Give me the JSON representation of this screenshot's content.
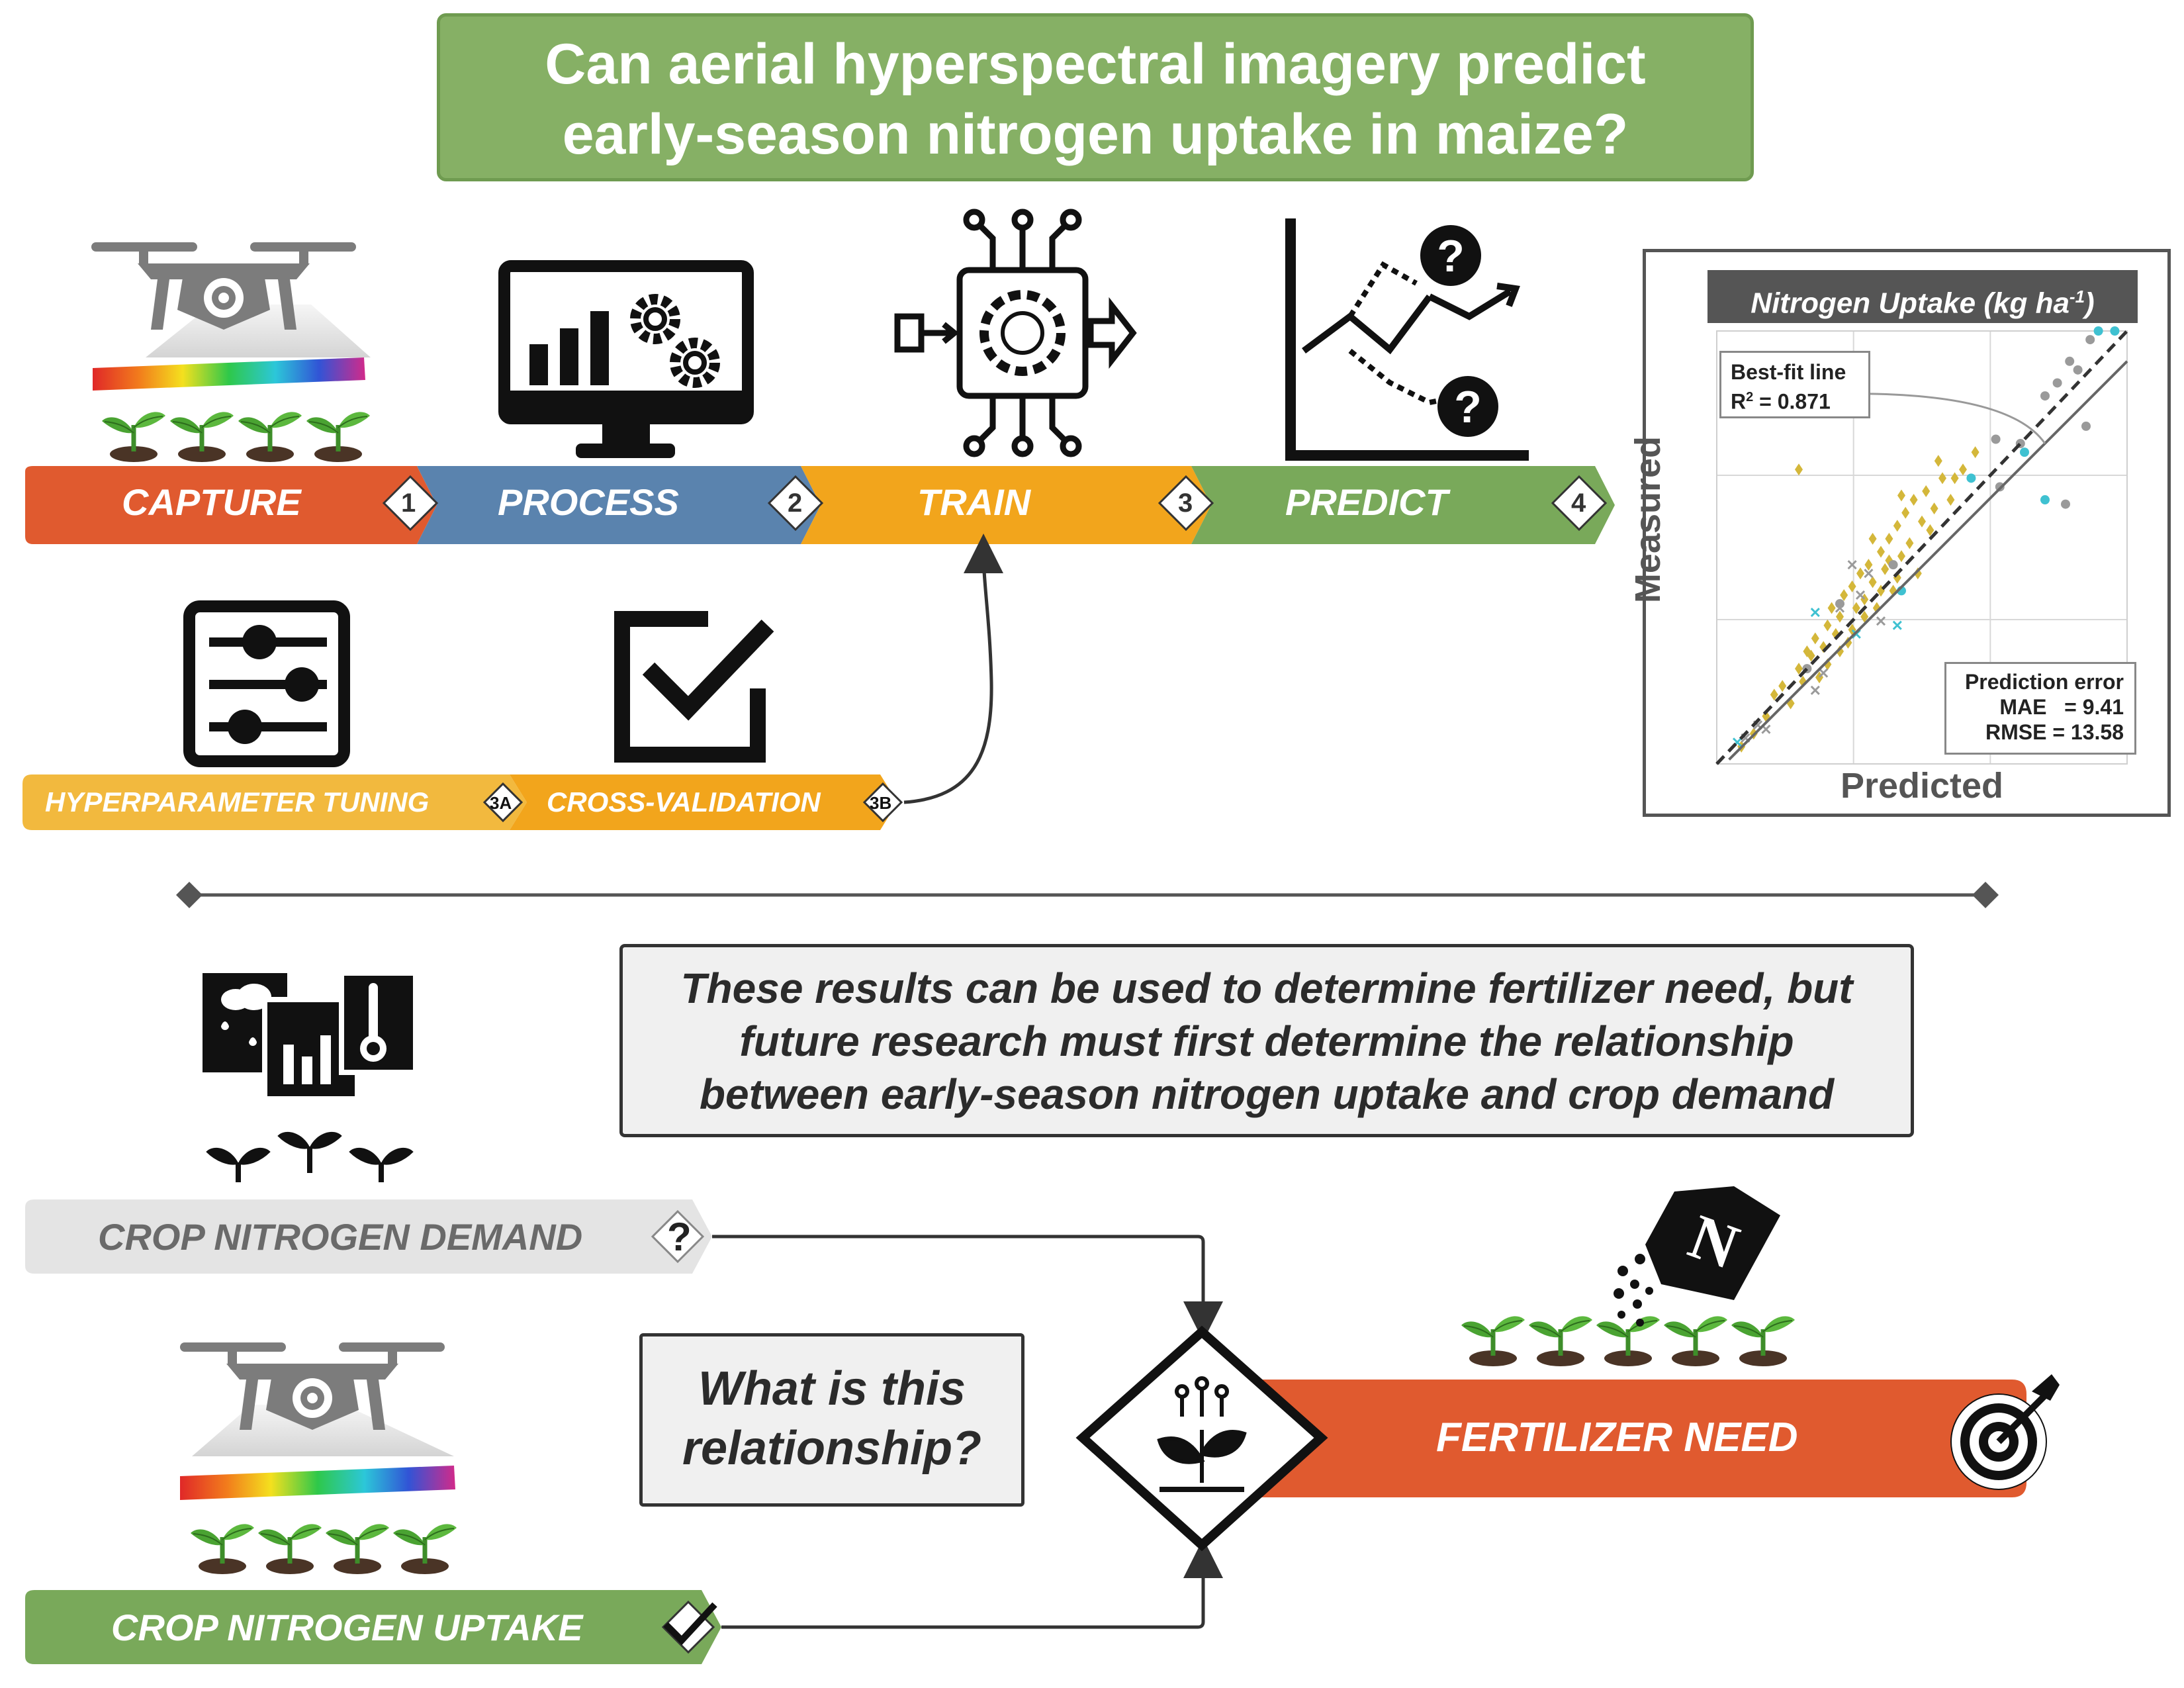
{
  "title": {
    "line1": "Can aerial hyperspectral imagery predict",
    "line2": "early-season nitrogen uptake in maize?"
  },
  "pipeline": {
    "steps": [
      {
        "label": "CAPTURE",
        "number": "1",
        "color": "#e05a2f"
      },
      {
        "label": "PROCESS",
        "number": "2",
        "color": "#5a83ae"
      },
      {
        "label": "TRAIN",
        "number": "3",
        "color": "#f2a51c"
      },
      {
        "label": "PREDICT",
        "number": "4",
        "color": "#79a95a"
      }
    ],
    "substeps": [
      {
        "label": "HYPERPARAMETER TUNING",
        "number": "3A"
      },
      {
        "label": "CROSS-VALIDATION",
        "number": "3B"
      }
    ],
    "icons": [
      "drone-icon",
      "monitor-chart-gear-icon",
      "ai-chip-icon",
      "prediction-chart-icon",
      "sliders-icon",
      "checkbox-icon"
    ]
  },
  "chart": {
    "title_main": "Nitrogen Uptake (kg ha",
    "title_sup": "-1",
    "title_end": ")",
    "xlabel": "Predicted",
    "ylabel": "Measured",
    "bestfit_label": "Best-fit line",
    "r2_label": "R",
    "r2_sup": "2",
    "r2_value": " = 0.871",
    "error_title": "Prediction error",
    "mae": "MAE   = 9.41",
    "rmse": "RMSE = 13.58"
  },
  "chart_data": {
    "type": "scatter",
    "xlabel": "Predicted",
    "ylabel": "Measured",
    "r2": 0.871,
    "mae": 9.41,
    "rmse": 13.58,
    "series": [
      {
        "marker": "diamond",
        "color": "#d4b73a",
        "points": [
          [
            0.06,
            0.04
          ],
          [
            0.09,
            0.07
          ],
          [
            0.12,
            0.11
          ],
          [
            0.14,
            0.16
          ],
          [
            0.16,
            0.18
          ],
          [
            0.18,
            0.14
          ],
          [
            0.2,
            0.22
          ],
          [
            0.21,
            0.19
          ],
          [
            0.23,
            0.25
          ],
          [
            0.24,
            0.29
          ],
          [
            0.26,
            0.27
          ],
          [
            0.27,
            0.32
          ],
          [
            0.28,
            0.36
          ],
          [
            0.29,
            0.3
          ],
          [
            0.3,
            0.34
          ],
          [
            0.31,
            0.39
          ],
          [
            0.32,
            0.28
          ],
          [
            0.33,
            0.41
          ],
          [
            0.34,
            0.36
          ],
          [
            0.35,
            0.44
          ],
          [
            0.36,
            0.38
          ],
          [
            0.37,
            0.46
          ],
          [
            0.38,
            0.42
          ],
          [
            0.39,
            0.36
          ],
          [
            0.4,
            0.49
          ],
          [
            0.41,
            0.45
          ],
          [
            0.42,
            0.52
          ],
          [
            0.43,
            0.4
          ],
          [
            0.44,
            0.55
          ],
          [
            0.45,
            0.48
          ],
          [
            0.46,
            0.58
          ],
          [
            0.47,
            0.51
          ],
          [
            0.48,
            0.61
          ],
          [
            0.5,
            0.56
          ],
          [
            0.51,
            0.63
          ],
          [
            0.53,
            0.59
          ],
          [
            0.55,
            0.66
          ],
          [
            0.57,
            0.61
          ],
          [
            0.6,
            0.68
          ],
          [
            0.63,
            0.72
          ],
          [
            0.36,
            0.34
          ],
          [
            0.33,
            0.31
          ],
          [
            0.27,
            0.23
          ],
          [
            0.22,
            0.26
          ],
          [
            0.4,
            0.4
          ],
          [
            0.44,
            0.43
          ],
          [
            0.49,
            0.44
          ],
          [
            0.52,
            0.54
          ],
          [
            0.25,
            0.2
          ],
          [
            0.3,
            0.26
          ],
          [
            0.45,
            0.62
          ],
          [
            0.54,
            0.7
          ],
          [
            0.58,
            0.66
          ],
          [
            0.2,
            0.68
          ],
          [
            0.38,
            0.52
          ],
          [
            0.42,
            0.47
          ]
        ]
      },
      {
        "marker": "x",
        "color": "#9a9a9a",
        "points": [
          [
            0.07,
            0.06
          ],
          [
            0.1,
            0.09
          ],
          [
            0.12,
            0.08
          ],
          [
            0.24,
            0.17
          ],
          [
            0.3,
            0.36
          ],
          [
            0.33,
            0.46
          ],
          [
            0.37,
            0.44
          ],
          [
            0.26,
            0.21
          ],
          [
            0.4,
            0.33
          ],
          [
            0.35,
            0.39
          ]
        ]
      },
      {
        "marker": "x",
        "color": "#3fc1d1",
        "points": [
          [
            0.05,
            0.05
          ],
          [
            0.24,
            0.35
          ],
          [
            0.34,
            0.3
          ],
          [
            0.44,
            0.32
          ]
        ]
      },
      {
        "marker": "circle",
        "color": "#9a9a9a",
        "points": [
          [
            0.22,
            0.22
          ],
          [
            0.3,
            0.37
          ],
          [
            0.43,
            0.46
          ],
          [
            0.69,
            0.64
          ],
          [
            0.74,
            0.74
          ],
          [
            0.8,
            0.85
          ],
          [
            0.83,
            0.88
          ],
          [
            0.86,
            0.93
          ],
          [
            0.88,
            0.91
          ],
          [
            0.85,
            0.6
          ],
          [
            0.9,
            0.78
          ],
          [
            0.91,
            0.98
          ],
          [
            0.68,
            0.75
          ]
        ]
      },
      {
        "marker": "circle",
        "color": "#3fc1d1",
        "points": [
          [
            0.62,
            0.66
          ],
          [
            0.75,
            0.72
          ],
          [
            0.8,
            0.61
          ],
          [
            0.93,
            1.0
          ],
          [
            0.97,
            1.0
          ],
          [
            0.45,
            0.4
          ]
        ]
      }
    ],
    "lines": [
      {
        "type": "one-to-one",
        "style": "dashed"
      },
      {
        "type": "best-fit",
        "style": "solid"
      }
    ]
  },
  "divider": "",
  "conclusion": {
    "line1": "These results can be used to determine fertilizer need, but",
    "line2": "future research must first determine the relationship",
    "line3": "between early-season nitrogen uptake and crop demand"
  },
  "bottom": {
    "demand_label": "CROP NITROGEN DEMAND",
    "demand_symbol": "?",
    "uptake_label": "CROP NITROGEN UPTAKE",
    "question_line1": "What is this",
    "question_line2": "relationship?",
    "fertilizer_label": "FERTILIZER NEED",
    "fertilizer_bag_letter": "N"
  },
  "colors": {
    "title_green": "#86b065",
    "capture": "#e05a2f",
    "process": "#5a83ae",
    "train": "#f2a51c",
    "predict": "#79a95a",
    "sub": "#f2ad2e",
    "fertilizer": "#e05a2f",
    "uptake_green": "#79a95a"
  }
}
